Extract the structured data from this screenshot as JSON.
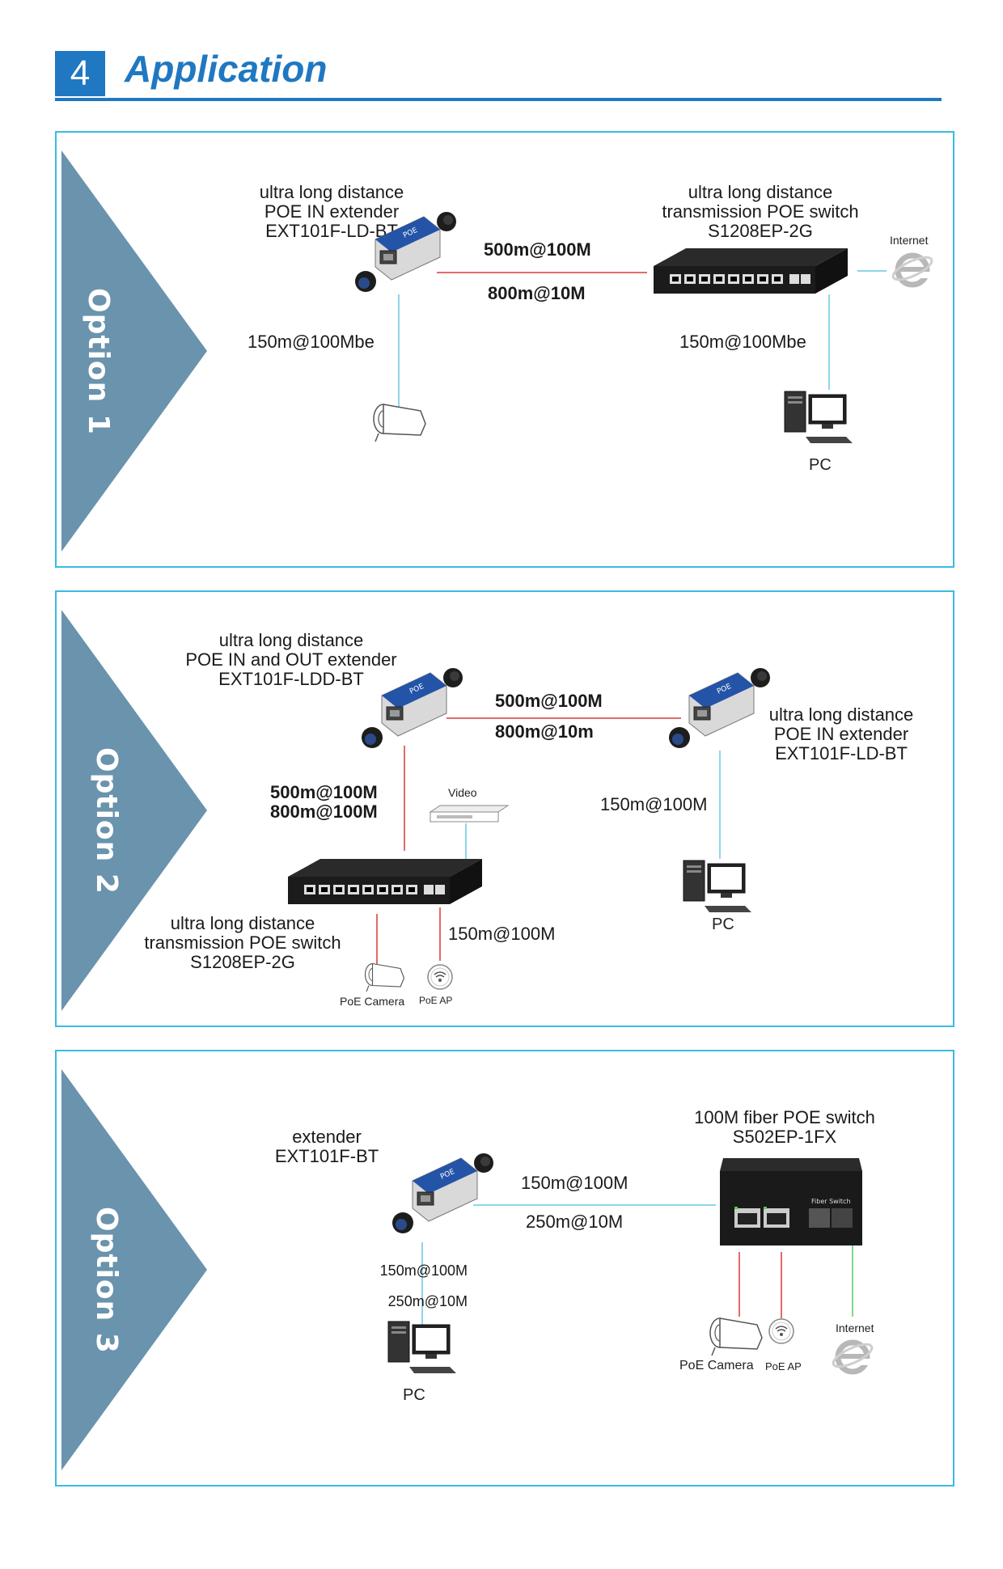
{
  "header": {
    "number": "4",
    "title": "Application"
  },
  "option1": {
    "tag": "Option 1",
    "extender_label": [
      "ultra long distance",
      "POE IN extender",
      "EXT101F-LD-BT"
    ],
    "switch_label": [
      "ultra long distance",
      "transmission POE switch",
      "S1208EP-2G"
    ],
    "link_top": "500m@100M",
    "link_bottom": "800m@10M",
    "left_drop": "150m@100Mbe",
    "right_drop": "150m@100Mbe",
    "internet": "Internet",
    "pc": "PC"
  },
  "option2": {
    "tag": "Option 2",
    "extender_a_label": [
      "ultra long distance",
      "POE IN and OUT extender",
      "EXT101F-LDD-BT"
    ],
    "extender_b_label": [
      "ultra long distance",
      "POE IN extender",
      "EXT101F-LD-BT"
    ],
    "switch_label": [
      "ultra long distance",
      "transmission POE switch",
      "S1208EP-2G"
    ],
    "link_top": "500m@100M",
    "link_bottom": "800m@10m",
    "left_vertical": [
      "500m@100M",
      "800m@100M"
    ],
    "video": "Video",
    "right_drop": "150m@100M",
    "switch_drop": "150m@100M",
    "pc": "PC",
    "poe_camera": "PoE Camera",
    "poe_ap": "PoE AP"
  },
  "option3": {
    "tag": "Option 3",
    "extender_label": [
      "extender",
      "EXT101F-BT"
    ],
    "switch_label": [
      "100M fiber POE switch",
      "S502EP-1FX"
    ],
    "link_top": "150m@100M",
    "link_bottom": "250m@10M",
    "left_drop": [
      "150m@100M",
      "250m@10M"
    ],
    "pc": "PC",
    "poe_camera": "PoE Camera",
    "poe_ap": "PoE AP",
    "internet": "Internet",
    "fiber_switch_text": "Fiber Switch"
  },
  "colors": {
    "brand_blue": "#1f78c1",
    "panel_border": "#3bbbe0",
    "triangle": "#6a93ad",
    "line_red": "#e36a6a",
    "line_cyan": "#8fd6ea",
    "line_green": "#7fd68a"
  }
}
